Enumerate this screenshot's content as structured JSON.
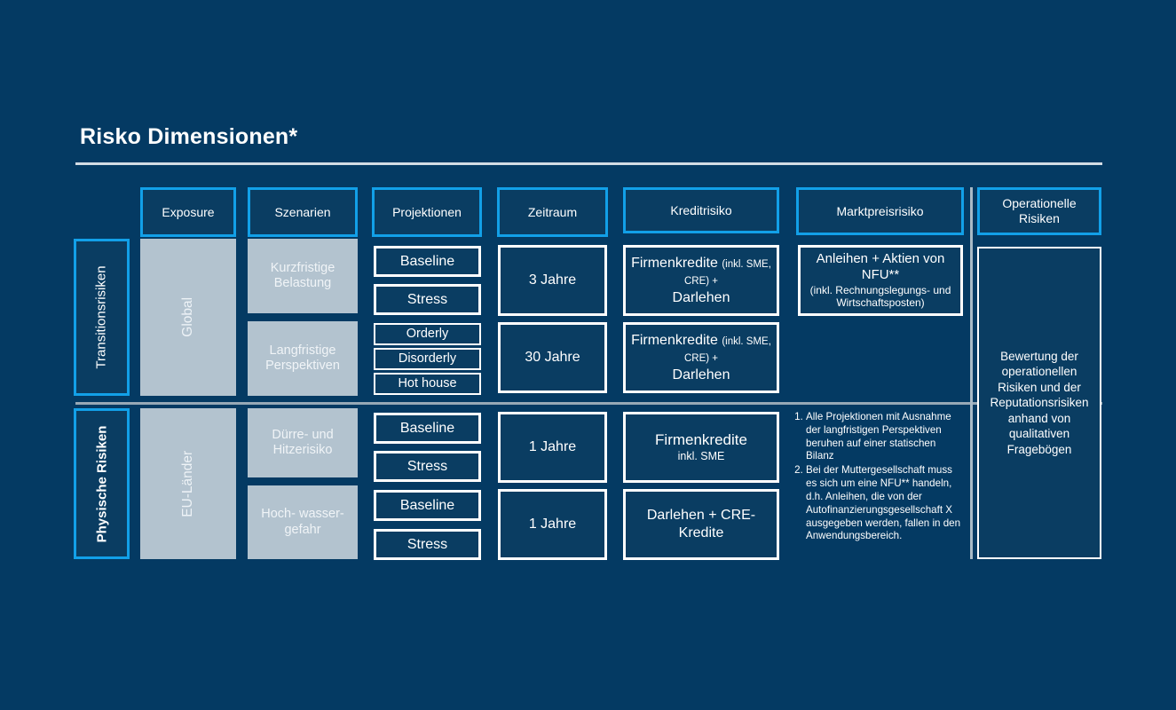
{
  "title": "Risko Dimensionen*",
  "columns": {
    "exposure": "Exposure",
    "scenarios": "Szenarien",
    "projections": "Projektionen",
    "timeframe": "Zeitraum",
    "credit_risk": "Kreditrisiko",
    "market_price_risk": "Marktpreisrisiko",
    "operational_risks": "Operationelle Risiken"
  },
  "categories": {
    "transition": "Transitionsrisiken",
    "physical": "Physische Risiken"
  },
  "exposure_values": {
    "transition": "Global",
    "physical": "EU-Länder"
  },
  "scenarios": {
    "short_term": "Kurzfristige Belastung",
    "long_term": "Langfristige Perspektiven",
    "drought_heat": "Dürre- und Hitzerisiko",
    "flood": "Hoch- wasser- gefahr"
  },
  "projections": {
    "baseline": "Baseline",
    "stress": "Stress",
    "orderly": "Orderly",
    "disorderly": "Disorderly",
    "hot_house": "Hot house"
  },
  "timeframes": {
    "t3": "3 Jahre",
    "t30": "30 Jahre",
    "t1a": "1 Jahre",
    "t1b": "1 Jahre"
  },
  "credit_risk_items": {
    "corp_main_1": "Firmenkredite",
    "corp_sub_1": "(inkl. SME, CRE) +",
    "corp_tail_1": "Darlehen",
    "corp_main_2": "Firmenkredite",
    "corp_sub_2": "(inkl. SME, CRE) +",
    "corp_tail_2": "Darlehen",
    "corp_sme_main": "Firmenkredite",
    "corp_sme_sub": "inkl. SME",
    "loans_cre": "Darlehen + CRE-Kredite"
  },
  "market_price_risk_box": {
    "main": "Anleihen + Aktien von NFU**",
    "sub": "(inkl. Rechnungslegungs- und Wirtschaftsposten)"
  },
  "operational_risk_box": "Bewertung der operationellen Risiken und der Reputationsrisiken anhand von qualitativen Fragebögen",
  "footnotes": [
    "Alle Projektionen mit Ausnahme der langfristigen Perspektiven beruhen auf einer statischen Bilanz",
    "Bei der Muttergesellschaft muss es sich um eine NFU** handeln, d.h. Anleihen, die von der Autofinanzierungsgesellschaft X ausgegeben werden, fallen in den Anwendungsbereich."
  ],
  "colors": {
    "background": "#043a63",
    "accent_cyan": "#12a0e8",
    "box_fill": "#0a3d62",
    "gray_fill": "#b3c3cf",
    "rule": "#d3dce4"
  }
}
